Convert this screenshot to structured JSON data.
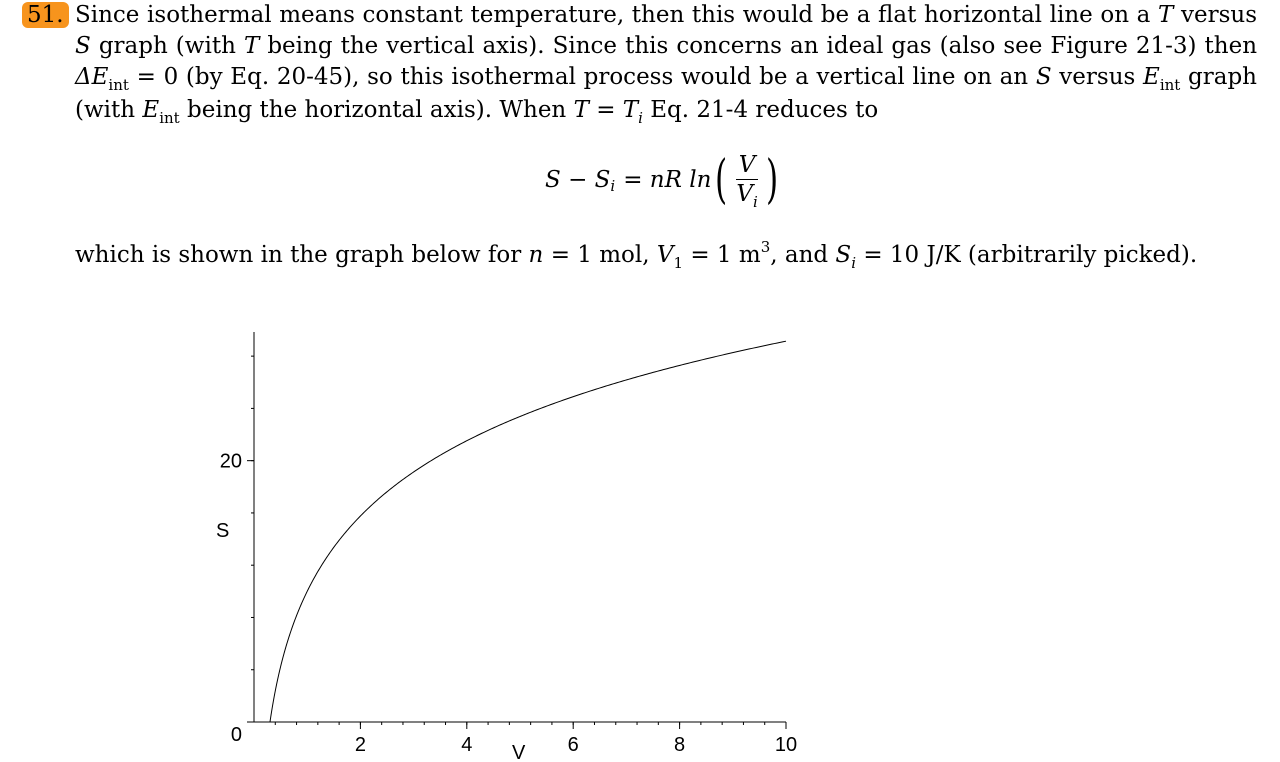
{
  "problem": {
    "number": "51.",
    "line1": "Since isothermal means constant temperature, then this would be a flat horizontal line on a",
    "line1_var": "T",
    "line1_end": "versus",
    "line2_var": "S",
    "line2_a": "graph (with",
    "line2_var2": "T",
    "line2_b": "being the vertical axis). Since this concerns an ideal gas (also see Figure 21-3) then",
    "line3_delta": "ΔE",
    "line3_sub": "int",
    "line3_a": "= 0 (by Eq. 20-45), so this isothermal process would be a vertical line on an",
    "line3_var": "S",
    "line3_b": "versus",
    "line3_var2": "E",
    "line3_sub2": "int",
    "line3_c": "graph",
    "line4_a": "(with",
    "line4_var": "E",
    "line4_sub": "int",
    "line4_b": "being the horizontal axis). When",
    "line4_eq": "T = T",
    "line4_eq_sub": "i",
    "line4_c": "Eq. 21-4 reduces to"
  },
  "equation": {
    "lhs": "S − S",
    "lhs_sub": "i",
    "mid": "= nR ln",
    "num": "V",
    "den": "V",
    "den_sub": "i"
  },
  "caption": {
    "a": "which is shown in the graph below for",
    "n": "n",
    "b": "= 1 mol,",
    "v": "V",
    "v_sub": "1",
    "c": "= 1 m",
    "c_sup": "3",
    "d": ", and",
    "s": "S",
    "s_sub": "i",
    "e": "= 10 J/K (arbitrarily picked)."
  },
  "chart_data": {
    "type": "line",
    "xlabel": "V",
    "ylabel": "S",
    "xlim": [
      0,
      10
    ],
    "ylim": [
      0,
      30
    ],
    "x_ticks": [
      "2",
      "4",
      "6",
      "8",
      "10"
    ],
    "y_ticks": [
      "0",
      "20"
    ],
    "function": "S = 10 + 8.314*ln(V)",
    "series": [
      {
        "x": [
          0.3,
          0.5,
          0.75,
          1,
          1.5,
          2,
          3,
          4,
          5,
          6,
          7,
          8,
          9,
          10
        ],
        "values": [
          0,
          4.24,
          7.61,
          10.0,
          13.37,
          15.76,
          19.13,
          21.53,
          23.38,
          24.9,
          26.18,
          27.29,
          28.27,
          29.14
        ]
      }
    ]
  }
}
